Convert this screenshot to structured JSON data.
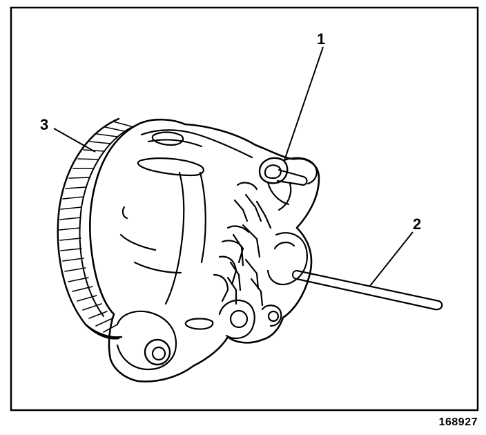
{
  "callouts": {
    "one": "1",
    "two": "2",
    "three": "3"
  },
  "figure_number": "168927"
}
